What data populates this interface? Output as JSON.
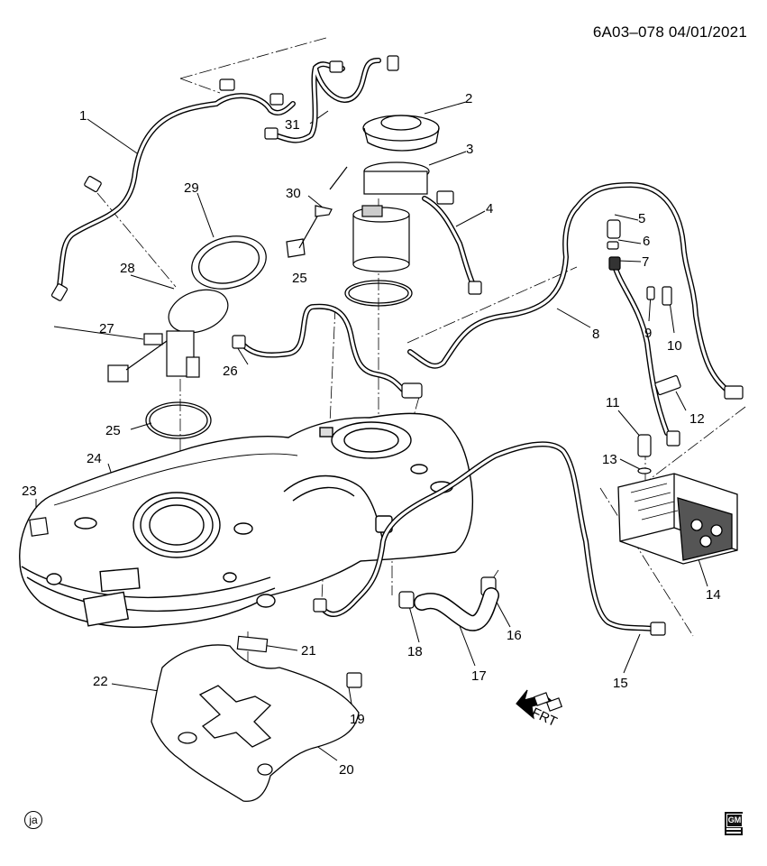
{
  "header": {
    "ref_code": "6A03–078  04/01/2021"
  },
  "footer": {
    "corner_mark": "ja",
    "logo_text": "GM"
  },
  "callouts": [
    "1",
    "2",
    "3",
    "4",
    "5",
    "6",
    "7",
    "8",
    "9",
    "10",
    "11",
    "12",
    "13",
    "14",
    "15",
    "16",
    "17",
    "18",
    "19",
    "20",
    "21",
    "22",
    "23",
    "24",
    "25",
    "25",
    "26",
    "27",
    "28",
    "29",
    "30",
    "31"
  ],
  "front_marker": "FRT",
  "colors": {
    "line": "#000000",
    "background": "#ffffff",
    "part_shade": "#d9d9d9"
  }
}
